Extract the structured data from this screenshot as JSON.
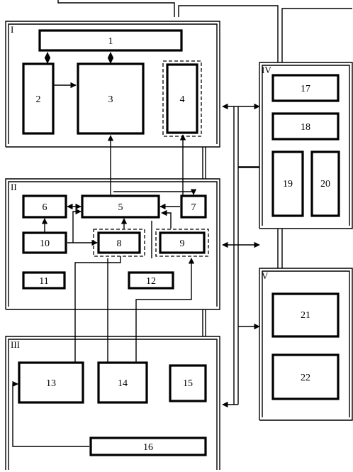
{
  "sections": [
    {
      "id": "I",
      "label": "I"
    },
    {
      "id": "II",
      "label": "II"
    },
    {
      "id": "III",
      "label": "III"
    },
    {
      "id": "IV",
      "label": "IV"
    },
    {
      "id": "V",
      "label": "V"
    }
  ],
  "blocks": [
    {
      "id": "b1",
      "label": "1"
    },
    {
      "id": "b2",
      "label": "2"
    },
    {
      "id": "b3",
      "label": "3"
    },
    {
      "id": "b4",
      "label": "4"
    },
    {
      "id": "b5",
      "label": "5"
    },
    {
      "id": "b6",
      "label": "6"
    },
    {
      "id": "b7",
      "label": "7"
    },
    {
      "id": "b8",
      "label": "8"
    },
    {
      "id": "b9",
      "label": "9"
    },
    {
      "id": "b10",
      "label": "10"
    },
    {
      "id": "b11",
      "label": "11"
    },
    {
      "id": "b12",
      "label": "12"
    },
    {
      "id": "b13",
      "label": "13"
    },
    {
      "id": "b14",
      "label": "14"
    },
    {
      "id": "b15",
      "label": "15"
    },
    {
      "id": "b16",
      "label": "16"
    },
    {
      "id": "b17",
      "label": "17"
    },
    {
      "id": "b18",
      "label": "18"
    },
    {
      "id": "b19",
      "label": "19"
    },
    {
      "id": "b20",
      "label": "20"
    },
    {
      "id": "b21",
      "label": "21"
    },
    {
      "id": "b22",
      "label": "22"
    }
  ]
}
